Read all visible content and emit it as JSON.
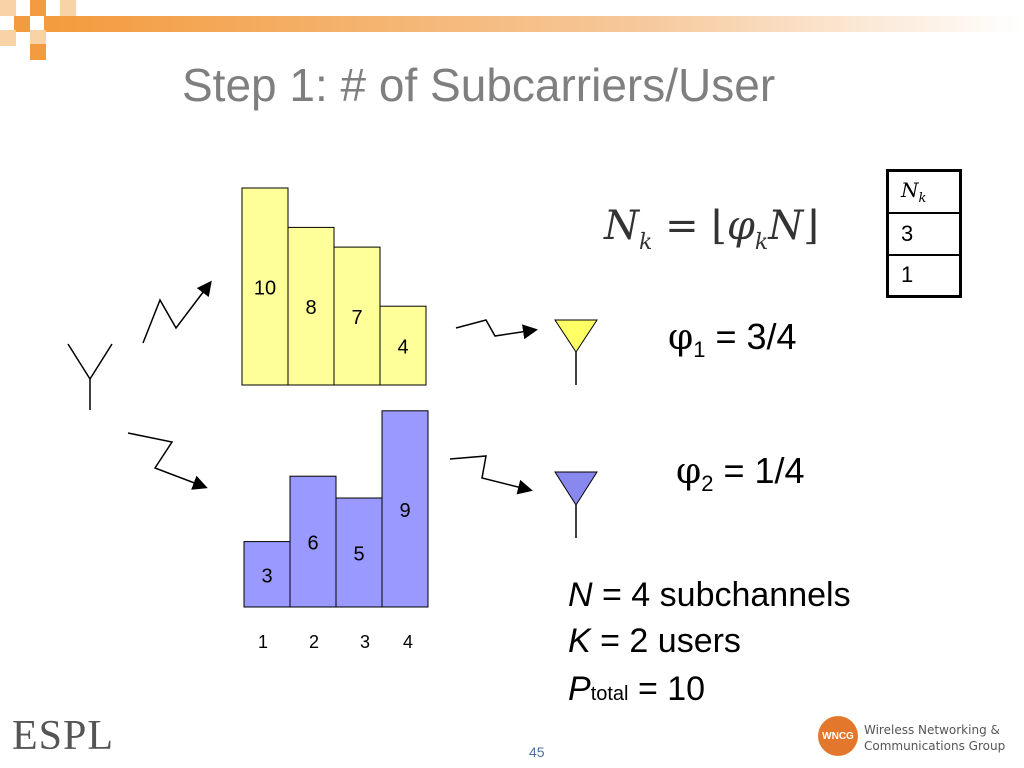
{
  "slide": {
    "title": "Step 1: # of Subcarriers/User",
    "page_number": "45"
  },
  "formula": {
    "lhs": "N",
    "lhs_sub": "k",
    "equals": "=",
    "lfloor": "⌊",
    "phi": "φ",
    "phi_sub": "k",
    "n": "N",
    "rfloor": "⌋"
  },
  "phi1": {
    "symbol": "φ",
    "sub": "1",
    "value": " = 3/4"
  },
  "phi2": {
    "symbol": "φ",
    "sub": "2",
    "value": " = 1/4"
  },
  "table": {
    "header_main": "N",
    "header_sub": "k",
    "rows": [
      "3",
      "1"
    ]
  },
  "params": {
    "n_var": "N",
    "n_text": " = 4 subchannels",
    "k_var": "K",
    "k_text": " = 2 users",
    "p_var": "P",
    "p_sub": "total",
    "p_text": " = 10"
  },
  "logos": {
    "espl": "ESPL",
    "wncg_abbr": "WNCG",
    "wncg_line1": "Wireless Networking &",
    "wncg_line2": "Communications Group"
  },
  "colors": {
    "title": "#7f7f7f",
    "user1_bars": "#ffff99",
    "user2_bars": "#9999ff",
    "accent": "#e3782d"
  },
  "chart_data": [
    {
      "type": "bar",
      "categories": [
        "1",
        "2",
        "3",
        "4"
      ],
      "values": [
        10,
        8,
        7,
        4
      ],
      "ylim": [
        0,
        11
      ],
      "color": "#ffff99"
    },
    {
      "type": "bar",
      "categories": [
        "1",
        "2",
        "3",
        "4"
      ],
      "values": [
        3,
        6,
        5,
        9
      ],
      "ylim": [
        0,
        11
      ],
      "color": "#9999ff"
    }
  ]
}
